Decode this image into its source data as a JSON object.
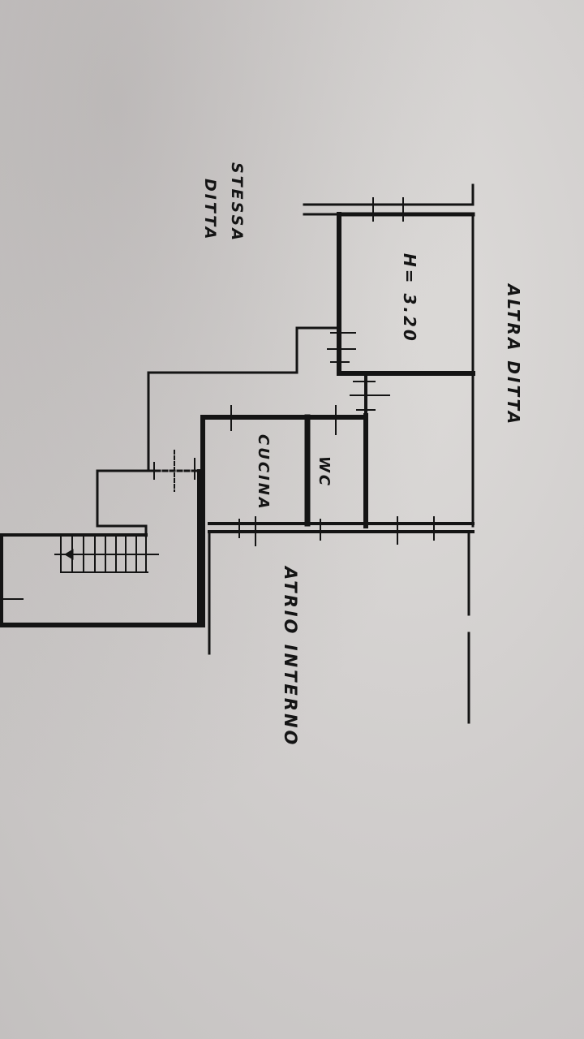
{
  "plan": {
    "labels": {
      "height": "H= 3.20",
      "altra_ditta": "ALTRA DITTA",
      "stessa": "STESSA",
      "ditta": "DITTA",
      "cucina": "CUCINA",
      "wc": "WC",
      "atrio_interno": "ATRIO INTERNO"
    },
    "colors": {
      "ink": "#141414",
      "paper": "#d6d4d3"
    }
  }
}
